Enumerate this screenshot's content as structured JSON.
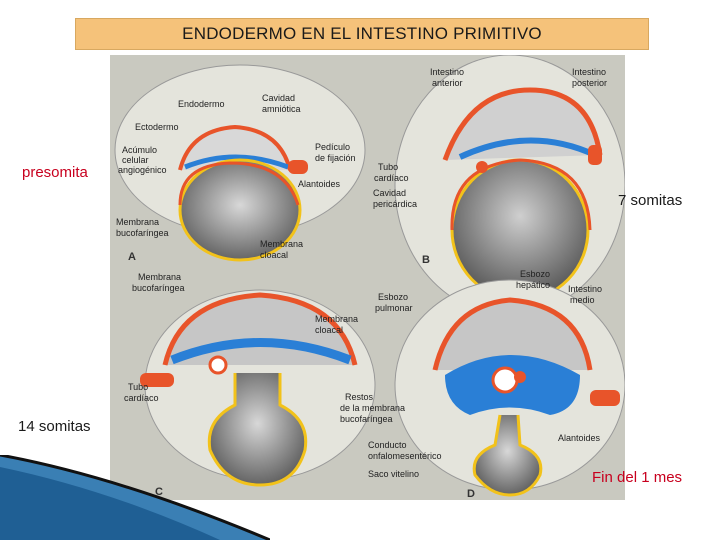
{
  "title": "ENDODERMO EN EL INTESTINO PRIMITIVO",
  "stages": {
    "presomita": "presomita",
    "siete": "7 somitas",
    "catorce": "14 somitas",
    "mes": "Fin del 1 mes"
  },
  "panel_a": {
    "letter": "A",
    "endodermo": "Endodermo",
    "cavidad_amniotica": [
      "Cavidad",
      "amniótica"
    ],
    "ectodermo": "Ectodermo",
    "acumulo": [
      "Acúmulo",
      "celular",
      "angiogénico"
    ],
    "pediculo": [
      "Pedículo",
      "de fijación"
    ],
    "alantoides": "Alantoides",
    "membrana_bucofaringea": [
      "Membrana",
      "bucofaríngea"
    ],
    "membrana_cloacal": [
      "Membrana",
      "cloacal"
    ]
  },
  "panel_b": {
    "letter": "B",
    "intestino_anterior": [
      "Intestino",
      "anterior"
    ],
    "intestino_posterior": [
      "Intestino",
      "posterior"
    ],
    "tubo_cardiaco": [
      "Tubo",
      "cardíaco"
    ],
    "cavidad_pericardica": [
      "Cavidad",
      "pericárdica"
    ]
  },
  "panel_c": {
    "letter": "C",
    "membrana_bucofaringea": [
      "Membrana",
      "bucofaríngea"
    ],
    "membrana_cloacal": [
      "Membrana",
      "cloacal"
    ],
    "tubo_cardiaco": [
      "Tubo",
      "cardíaco"
    ]
  },
  "panel_d": {
    "letter": "D",
    "esbozo_hepatico": [
      "Esbozo",
      "hepático"
    ],
    "intestino_medio": [
      "Intestino",
      "medio"
    ],
    "esbozo_pulmonar": [
      "Esbozo",
      "pulmonar"
    ],
    "restos": [
      "Restos",
      "de la membrana",
      "bucofaríngea"
    ],
    "alantoides": "Alantoides",
    "conducto": [
      "Conducto",
      "onfalomesentérico"
    ],
    "saco_vitelino": "Saco vitelino"
  },
  "colors": {
    "title_bg": "#f5c27a",
    "stage_text": "#c8001e",
    "endoderm": "#2a7fd6",
    "mesoderm": "#e8542a",
    "yolk_line": "#f2c21a",
    "figure_bg": "#c9c9c0"
  }
}
